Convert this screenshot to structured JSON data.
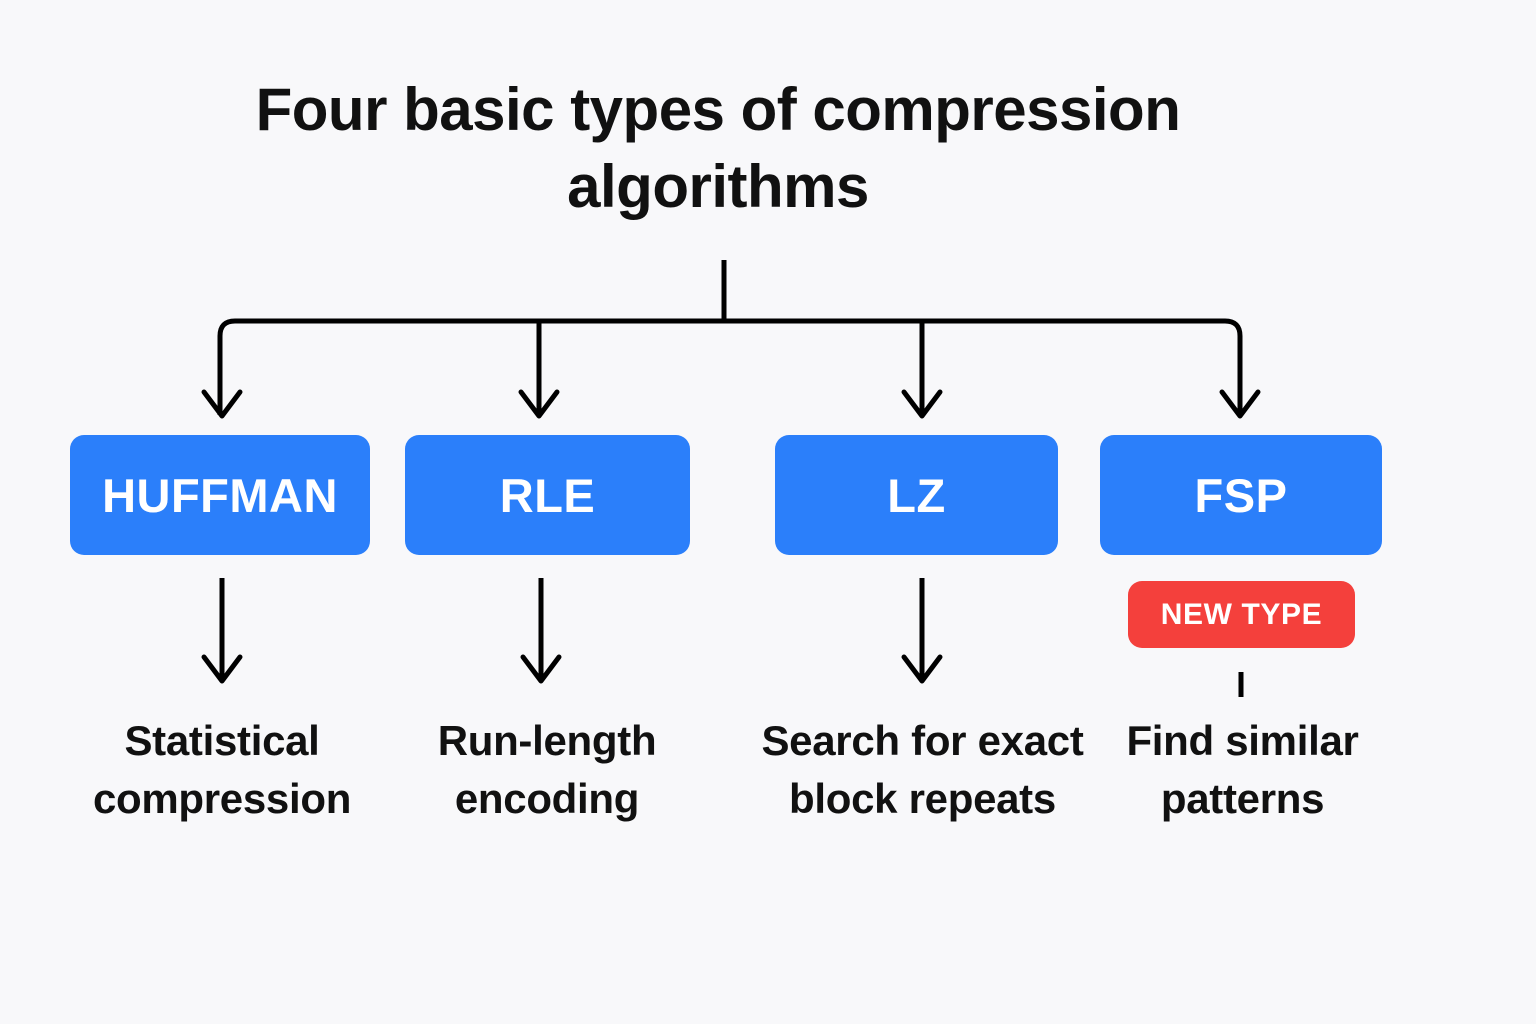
{
  "title": "Four basic types of compression algorithms",
  "colors": {
    "background": "#f8f8fa",
    "box_blue": "#2b7ffa",
    "badge_red": "#f4403c",
    "text_dark": "#111111",
    "connector": "#000000",
    "box_text": "#ffffff"
  },
  "nodes": [
    {
      "id": "huffman",
      "label": "HUFFMAN",
      "description": "Statistical compression",
      "badge": null
    },
    {
      "id": "rle",
      "label": "RLE",
      "description": "Run-length encoding",
      "badge": null
    },
    {
      "id": "lz",
      "label": "LZ",
      "description": "Search for exact block repeats",
      "badge": null
    },
    {
      "id": "fsp",
      "label": "FSP",
      "description": "Find similar patterns",
      "badge": "NEW TYPE"
    }
  ]
}
